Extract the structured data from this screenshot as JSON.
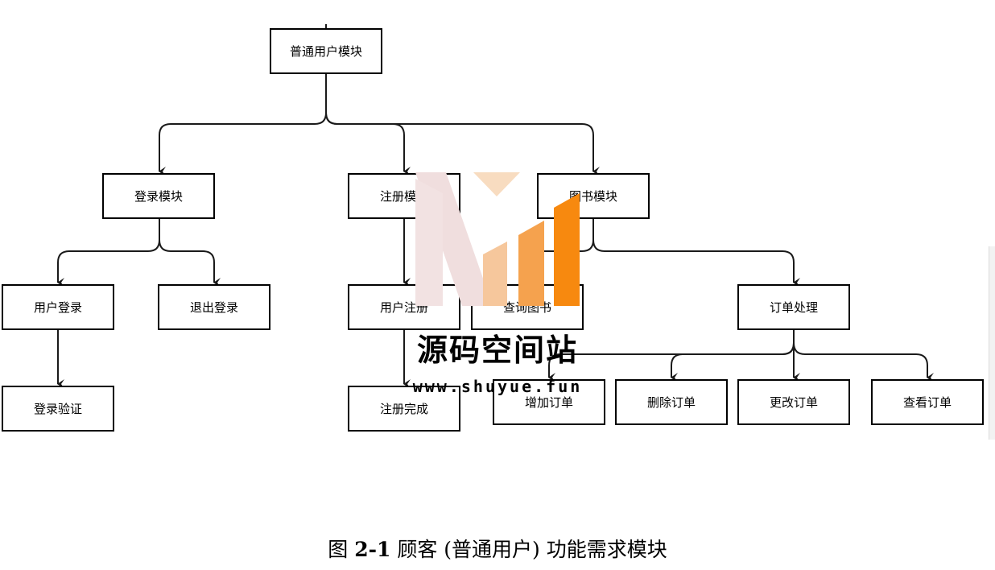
{
  "diagram": {
    "nodes": {
      "root": "普通用户模块",
      "login_module": "登录模块",
      "register_module": "注册模块",
      "book_module": "图书模块",
      "user_login": "用户登录",
      "logout": "退出登录",
      "user_register": "用户注册",
      "query_books": "查询图书",
      "order_processing": "订单处理",
      "login_verify": "登录验证",
      "register_complete": "注册完成",
      "add_order": "增加订单",
      "delete_order": "删除订单",
      "modify_order": "更改订单",
      "view_order": "查看订单"
    },
    "edges": [
      [
        "root",
        "login_module"
      ],
      [
        "root",
        "register_module"
      ],
      [
        "root",
        "book_module"
      ],
      [
        "login_module",
        "user_login"
      ],
      [
        "login_module",
        "logout"
      ],
      [
        "register_module",
        "user_register"
      ],
      [
        "book_module",
        "query_books"
      ],
      [
        "book_module",
        "order_processing"
      ],
      [
        "user_login",
        "login_verify"
      ],
      [
        "user_register",
        "register_complete"
      ],
      [
        "order_processing",
        "add_order"
      ],
      [
        "order_processing",
        "delete_order"
      ],
      [
        "order_processing",
        "modify_order"
      ],
      [
        "order_processing",
        "view_order"
      ]
    ]
  },
  "caption": {
    "prefix": "图",
    "number": "2-1",
    "text": "顾客 (普通用户) 功能需求模块"
  },
  "watermark": {
    "title": "源码空间站",
    "url": "www.shuyue.fun",
    "colors": [
      "#f0dede",
      "#f6c79c",
      "#f5a24e",
      "#f7890f"
    ]
  }
}
